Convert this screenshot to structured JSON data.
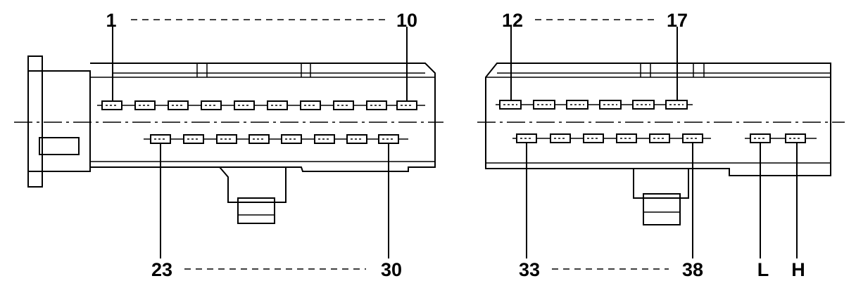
{
  "labels": {
    "pin_1": "1",
    "pin_10": "10",
    "pin_12": "12",
    "pin_17": "17",
    "pin_23": "23",
    "pin_30": "30",
    "pin_33": "33",
    "pin_38": "38",
    "pin_l": "L",
    "pin_h": "H"
  }
}
